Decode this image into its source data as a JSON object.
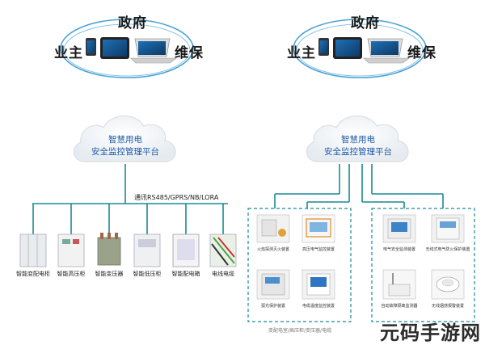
{
  "left_panel": {
    "top_labels": {
      "gov": "政府",
      "owner": "业主",
      "maint": "维保"
    },
    "cloud": {
      "line1": "智慧用电",
      "line2": "安全监控管理平台"
    },
    "comm_label": "通讯RS485/GPRS/NB/LORA",
    "devices": [
      "智能变配电柜",
      "智能高压柜",
      "智能变压器",
      "智能低压柜",
      "智能配电箱",
      "电线电缆"
    ]
  },
  "right_panel": {
    "top_labels": {
      "gov": "政府",
      "owner": "业主",
      "maint": "维保"
    },
    "cloud": {
      "line1": "智慧用电",
      "line2": "安全监控管理平台"
    },
    "group_a": [
      "火焰探测灭火装置",
      "高压电气监控装置",
      "弧光保护装置",
      "电缆温度监控装置"
    ],
    "group_b": [
      "电气安全监测装置",
      "无线式电气防火保护装置",
      "自动故障隔离监测器",
      "无线烟感报警装置"
    ],
    "footer": "变配电室/高压柜/变压器/电缆"
  },
  "watermark": "元码手游网",
  "colors": {
    "line": "#1a8a95",
    "cloud_text": "#1e5aa8",
    "dash": "#1a8a95"
  }
}
